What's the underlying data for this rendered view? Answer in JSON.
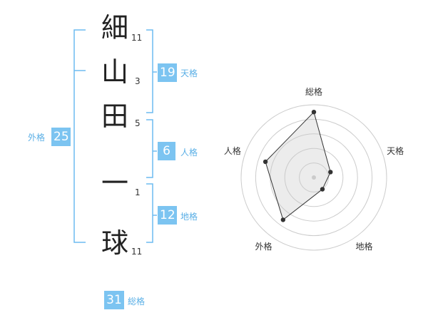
{
  "name_chars": [
    {
      "char": "細",
      "strokes": "11"
    },
    {
      "char": "山",
      "strokes": "3"
    },
    {
      "char": "田",
      "strokes": "5"
    },
    {
      "char": "一",
      "strokes": "1"
    },
    {
      "char": "球",
      "strokes": "11"
    }
  ],
  "fortunes": {
    "tenkaku": {
      "value": "19",
      "label": "天格"
    },
    "jinkaku": {
      "value": "6",
      "label": "人格"
    },
    "chikaku": {
      "value": "12",
      "label": "地格"
    },
    "gaikaku": {
      "value": "25",
      "label": "外格"
    },
    "soukaku": {
      "value": "31",
      "label": "総格"
    }
  },
  "colors": {
    "accent": "#7cc4f1",
    "bracket": "#6dbbf0",
    "text": "#222222"
  },
  "chart_data": {
    "type": "radar",
    "axes": [
      "総格",
      "天格",
      "地格",
      "外格",
      "人格"
    ],
    "values": [
      4.5,
      1.2,
      1.0,
      3.6,
      3.5
    ],
    "rmax": 5,
    "rings": 5
  }
}
